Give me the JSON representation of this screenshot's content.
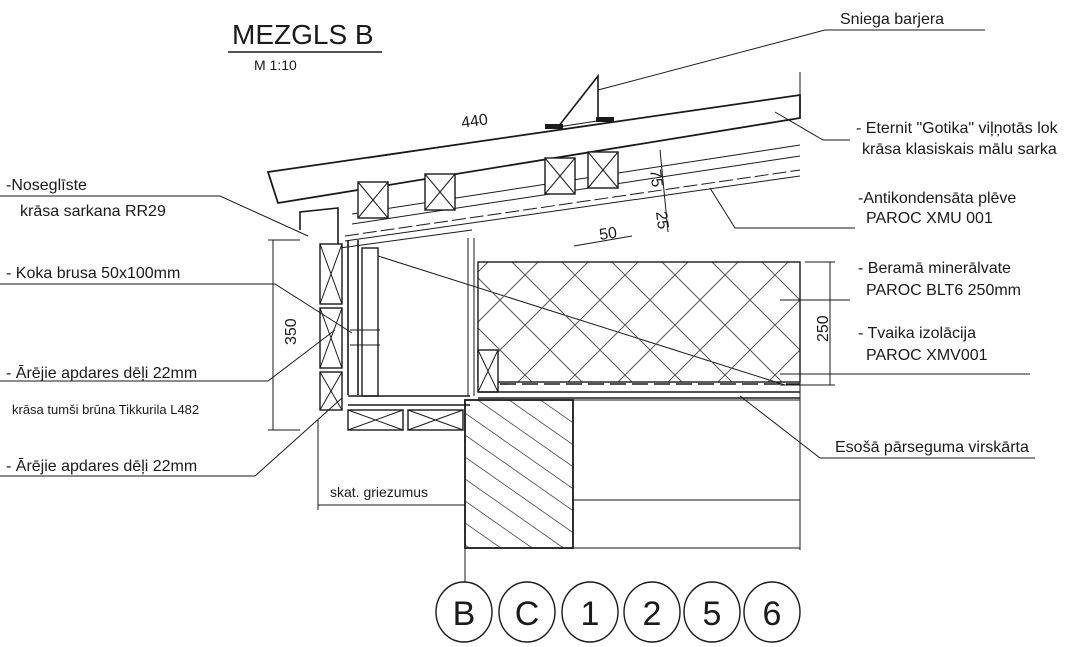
{
  "title": "MEZGLS B",
  "scale": "M 1:10",
  "labels": {
    "snow_barrier": "Sniega barjera",
    "roof_sheet_1": "- Eternit \"Gotika\" viļņotās lok",
    "roof_sheet_2": "krāsa klasiskais mālu sarka",
    "flashing_1": "-Noseglīste",
    "flashing_2": "krāsa sarkana RR29",
    "anticond_1": "-Antikondensāta plēve",
    "anticond_2": "PAROC XMU 001",
    "wood_beam": "- Koka brusa 50x100mm",
    "mineral_1": "- Beramā minerālvate",
    "mineral_2": "PAROC BLT6  250mm",
    "vapour_1": "- Tvaika izolācija",
    "vapour_2": "PAROC XMV001",
    "cladding_1": "- Ārējie apdares dēļi 22mm",
    "cladding_color": "krāsa tumši brūna Tikkurila L482",
    "cladding_2": "- Ārējie apdares dēļi 22mm",
    "existing_slab": "Esošā pārseguma virskārta",
    "see_section": "skat. griezumus"
  },
  "dimensions": {
    "d440": "440",
    "d75": "75",
    "d25": "25",
    "d50": "50",
    "d350": "350",
    "d250": "250"
  },
  "grid_bubbles": [
    "B",
    "C",
    "1",
    "2",
    "5",
    "6"
  ]
}
